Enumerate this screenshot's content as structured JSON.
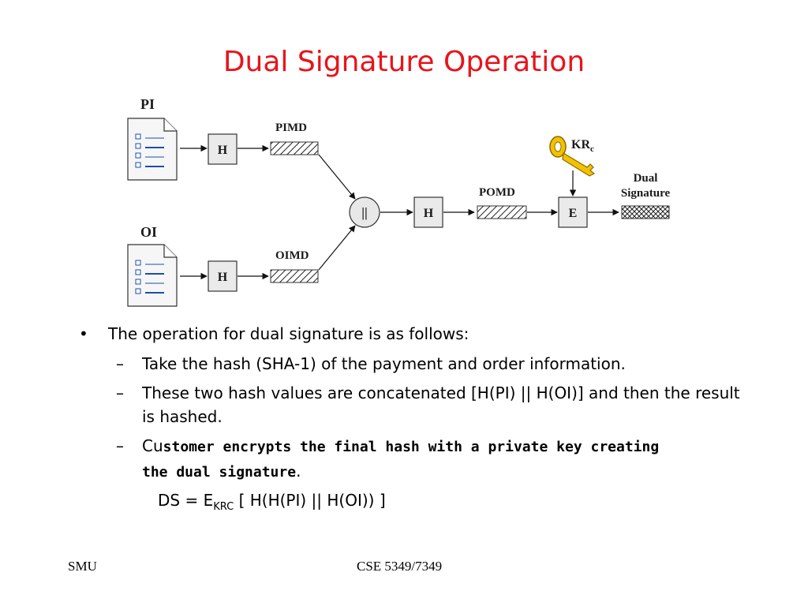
{
  "slide": {
    "title": "Dual Signature Operation",
    "footer_left": "SMU",
    "footer_right": "CSE 5349/7349"
  },
  "diagram": {
    "pi_label": "PI",
    "oi_label": "OI",
    "pimd_label": "PIMD",
    "oimd_label": "OIMD",
    "pomd_label": "POMD",
    "hash_label": "H",
    "concat_label": "||",
    "encrypt_label": "E",
    "key_label_main": "KR",
    "key_label_sub": "c",
    "dual_signature_line1": "Dual",
    "dual_signature_line2": "Signature"
  },
  "bullets": {
    "main": "The operation for dual signature is as follows:",
    "items": [
      "Take the hash (SHA-1) of the payment and order information.",
      "These two hash values are concatenated [H(PI) || H(OI)] and then the result is hashed.",
      "the dual signature"
    ],
    "item3_prefix": "Cu",
    "item3_bold": "stomer encrypts the final hash with a private key creating",
    "item3_suffix": "."
  },
  "formula": {
    "prefix": "DS =  E",
    "subscript": "KRC",
    "suffix": " [ H(H(PI) || H(OI)) ]"
  }
}
